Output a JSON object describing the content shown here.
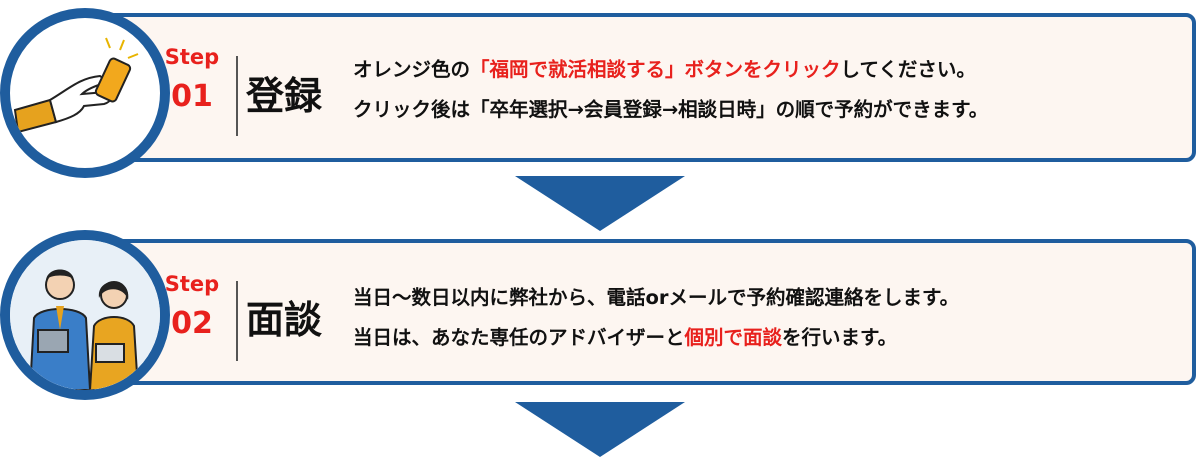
{
  "steps": [
    {
      "step_word": "Step",
      "step_num": "01",
      "title": "登録",
      "line1_pre": "オレンジ色の",
      "line1_red": "「福岡で就活相談する」ボタンをクリック",
      "line1_post": "してください。",
      "line2": "クリック後は「卒年選択→会員登録→相談日時」の順で予約ができます。",
      "illustration": "hand-smartphone-icon"
    },
    {
      "step_word": "Step",
      "step_num": "02",
      "title": "面談",
      "line1": "当日〜数日以内に弊社から、電話orメールで予約確認連絡をします。",
      "line2_pre": "当日は、あなた専任のアドバイザーと",
      "line2_red": "個別で面談",
      "line2_post": "を行います。",
      "illustration": "business-people-icon"
    }
  ],
  "colors": {
    "accent_blue": "#1f5d9e",
    "highlight_red": "#e8211d",
    "card_bg": "#fdf6f1"
  }
}
